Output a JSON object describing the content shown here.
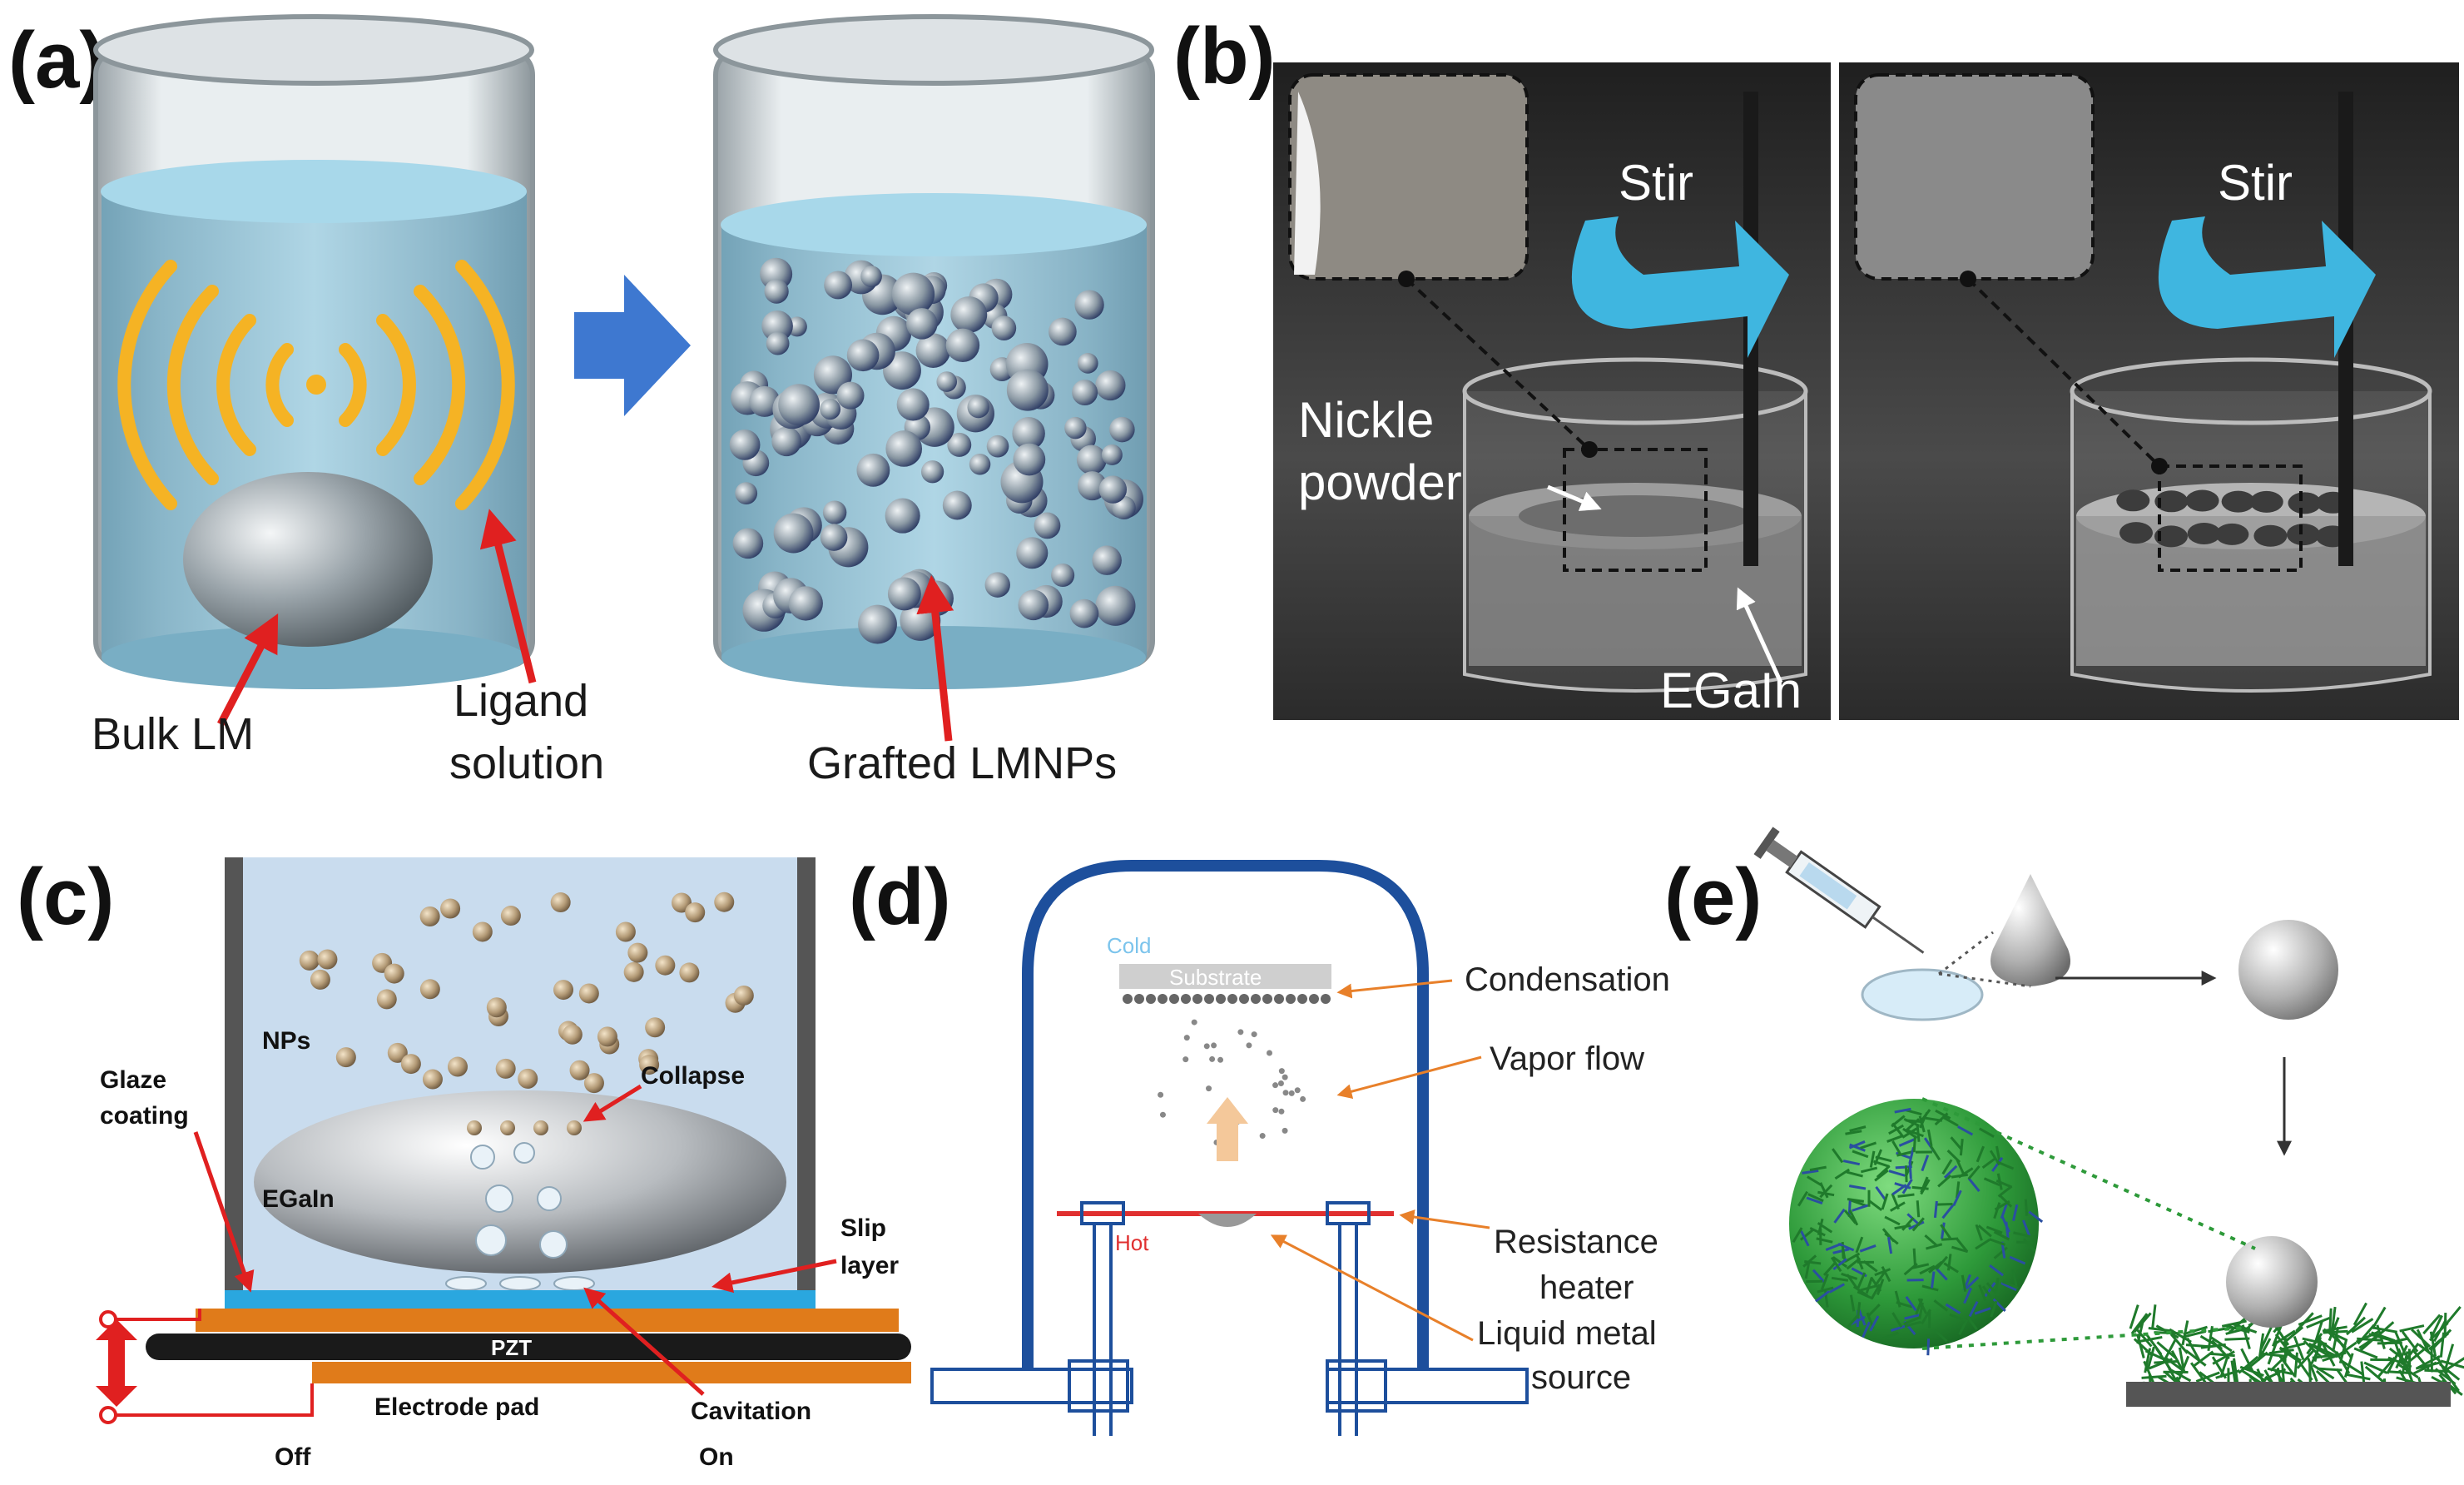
{
  "panels": {
    "a": {
      "label": "(a)",
      "bulk_lm": "Bulk LM",
      "ligand_line1": "Ligand",
      "ligand_line2": "solution",
      "grafted": "Grafted LMNPs",
      "colors": {
        "liquid": "#8fc3d8",
        "wave": "#f5b324",
        "arrow_blue": "#3e78d0",
        "pointer": "#e02020"
      }
    },
    "b": {
      "label": "(b)",
      "stir_left": "Stir",
      "stir_right": "Stir",
      "nickle_line1": "Nickle",
      "nickle_line2": "powder",
      "egain": "EGaIn",
      "colors": {
        "background": "#3b3b3b",
        "stir_arrow": "#3fb6e0"
      }
    },
    "c": {
      "label": "(c)",
      "nps": "NPs",
      "collapse": "Collapse",
      "glaze_line1": "Glaze",
      "glaze_line2": "coating",
      "egain": "EGaIn",
      "slip_line1": "Slip",
      "slip_line2": "layer",
      "pzt": "PZT",
      "electrode": "Electrode pad",
      "cavitation": "Cavitation",
      "off": "Off",
      "on": "On",
      "colors": {
        "liquid": "#c9dcee",
        "electrode": "#e07b1a",
        "slip": "#2aa7df",
        "pzt": "#1a1a1a"
      }
    },
    "d": {
      "label": "(d)",
      "cold": "Cold",
      "substrate": "Substrate",
      "hot": "Hot",
      "condensation": "Condensation",
      "vapor_flow": "Vapor flow",
      "resistance_line1": "Resistance",
      "resistance_line2": "heater",
      "source_line1": "Liquid metal",
      "source_line2": "source",
      "colors": {
        "chamber": "#1d4f9c",
        "heater": "#e03030",
        "leader": "#e8802a"
      }
    },
    "e": {
      "label": "(e)",
      "colors": {
        "green": "#2e9a3a",
        "droplet": "#b9b9b9"
      }
    }
  }
}
